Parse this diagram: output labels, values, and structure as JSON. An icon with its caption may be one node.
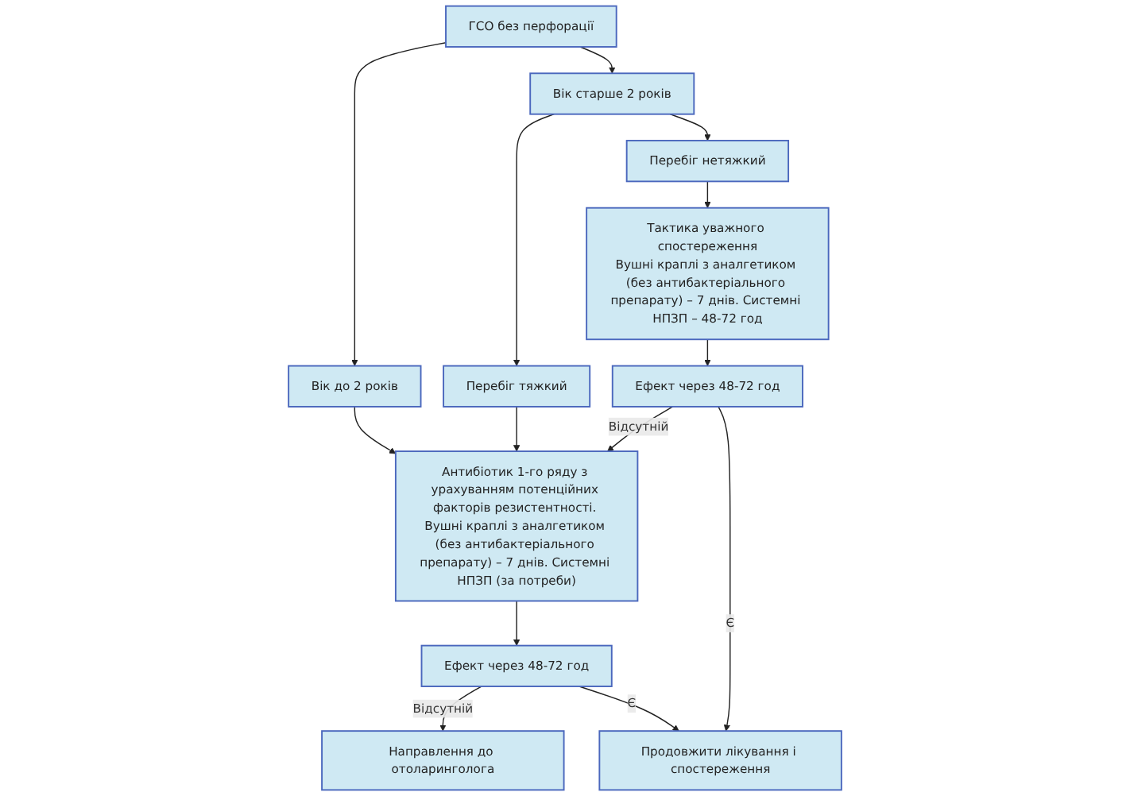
{
  "diagram": {
    "nodes": [
      {
        "text": [
          "ГСО без перфорації"
        ]
      },
      {
        "text": [
          "Вік до 2 років"
        ]
      },
      {
        "text": [
          "Вік старше 2 років"
        ]
      },
      {
        "text": [
          "Перебіг тяжкий"
        ]
      },
      {
        "text": [
          "Перебіг нетяжкий"
        ]
      },
      {
        "text": [
          "Антибіотик 1-го ряду з урахуванням потенційних факторів резистентності. Вушні краплі з аналгетиком (без антибактеріального препарату) – 7 днів. Системні НПЗП (за потреби)"
        ]
      },
      {
        "text": [
          "Тактика уважного спостереження",
          "Вушні краплі з аналгетиком (без антибактеріального препарату) – 7 днів. Системні НПЗП – 48-72 год"
        ]
      },
      {
        "text": [
          "Ефект через 48-72 год"
        ]
      },
      {
        "text": [
          "Ефект через 48-72 год"
        ]
      },
      {
        "text": [
          "Направлення до отоларинголога"
        ]
      },
      {
        "text": [
          "Продовжити лікування і спостереження"
        ]
      }
    ],
    "edges": [
      {
        "from": 0,
        "to": 1,
        "arrow": "to"
      },
      {
        "from": 0,
        "to": 2,
        "arrow": "to"
      },
      {
        "from": 1,
        "to": 5,
        "arrow": "to"
      },
      {
        "from": 2,
        "to": 3,
        "arrow": "to"
      },
      {
        "from": 2,
        "to": 4,
        "arrow": "to"
      },
      {
        "from": 3,
        "to": 5,
        "arrow": "to"
      },
      {
        "from": 4,
        "to": 6,
        "arrow": "to"
      },
      {
        "from": 5,
        "to": 7,
        "arrow": "to"
      },
      {
        "from": 6,
        "to": 8,
        "arrow": "to"
      },
      {
        "from": 8,
        "to": 5,
        "arrow": "to",
        "label": "Відсутній"
      },
      {
        "from": 7,
        "to": 9,
        "arrow": "to",
        "label": "Відсутній"
      },
      {
        "from": 7,
        "to": 10,
        "arrow": "to",
        "label": "Є"
      },
      {
        "from": 8,
        "to": 10,
        "arrow": "to",
        "label": "Є"
      }
    ]
  }
}
